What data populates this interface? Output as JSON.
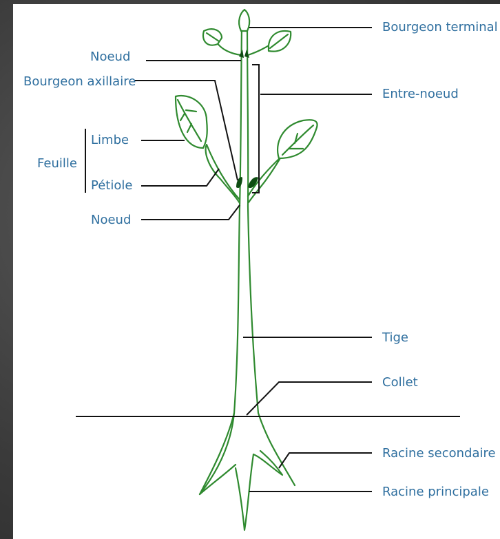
{
  "labels": {
    "bourgeon_terminal": "Bourgeon terminal",
    "noeud_top": "Noeud",
    "bourgeon_axillaire": "Bourgeon axillaire",
    "entre_noeud": "Entre-noeud",
    "limbe": "Limbe",
    "feuille": "Feuille",
    "petiole": "Pétiole",
    "noeud_bottom": "Noeud",
    "tige": "Tige",
    "collet": "Collet",
    "racine_secondaire": "Racine secondaire",
    "racine_principale": "Racine principale"
  },
  "colors": {
    "label": "#2f6f9f",
    "plant": "#2f8a2f",
    "leader": "#111111",
    "bud": "#0e4d12"
  }
}
